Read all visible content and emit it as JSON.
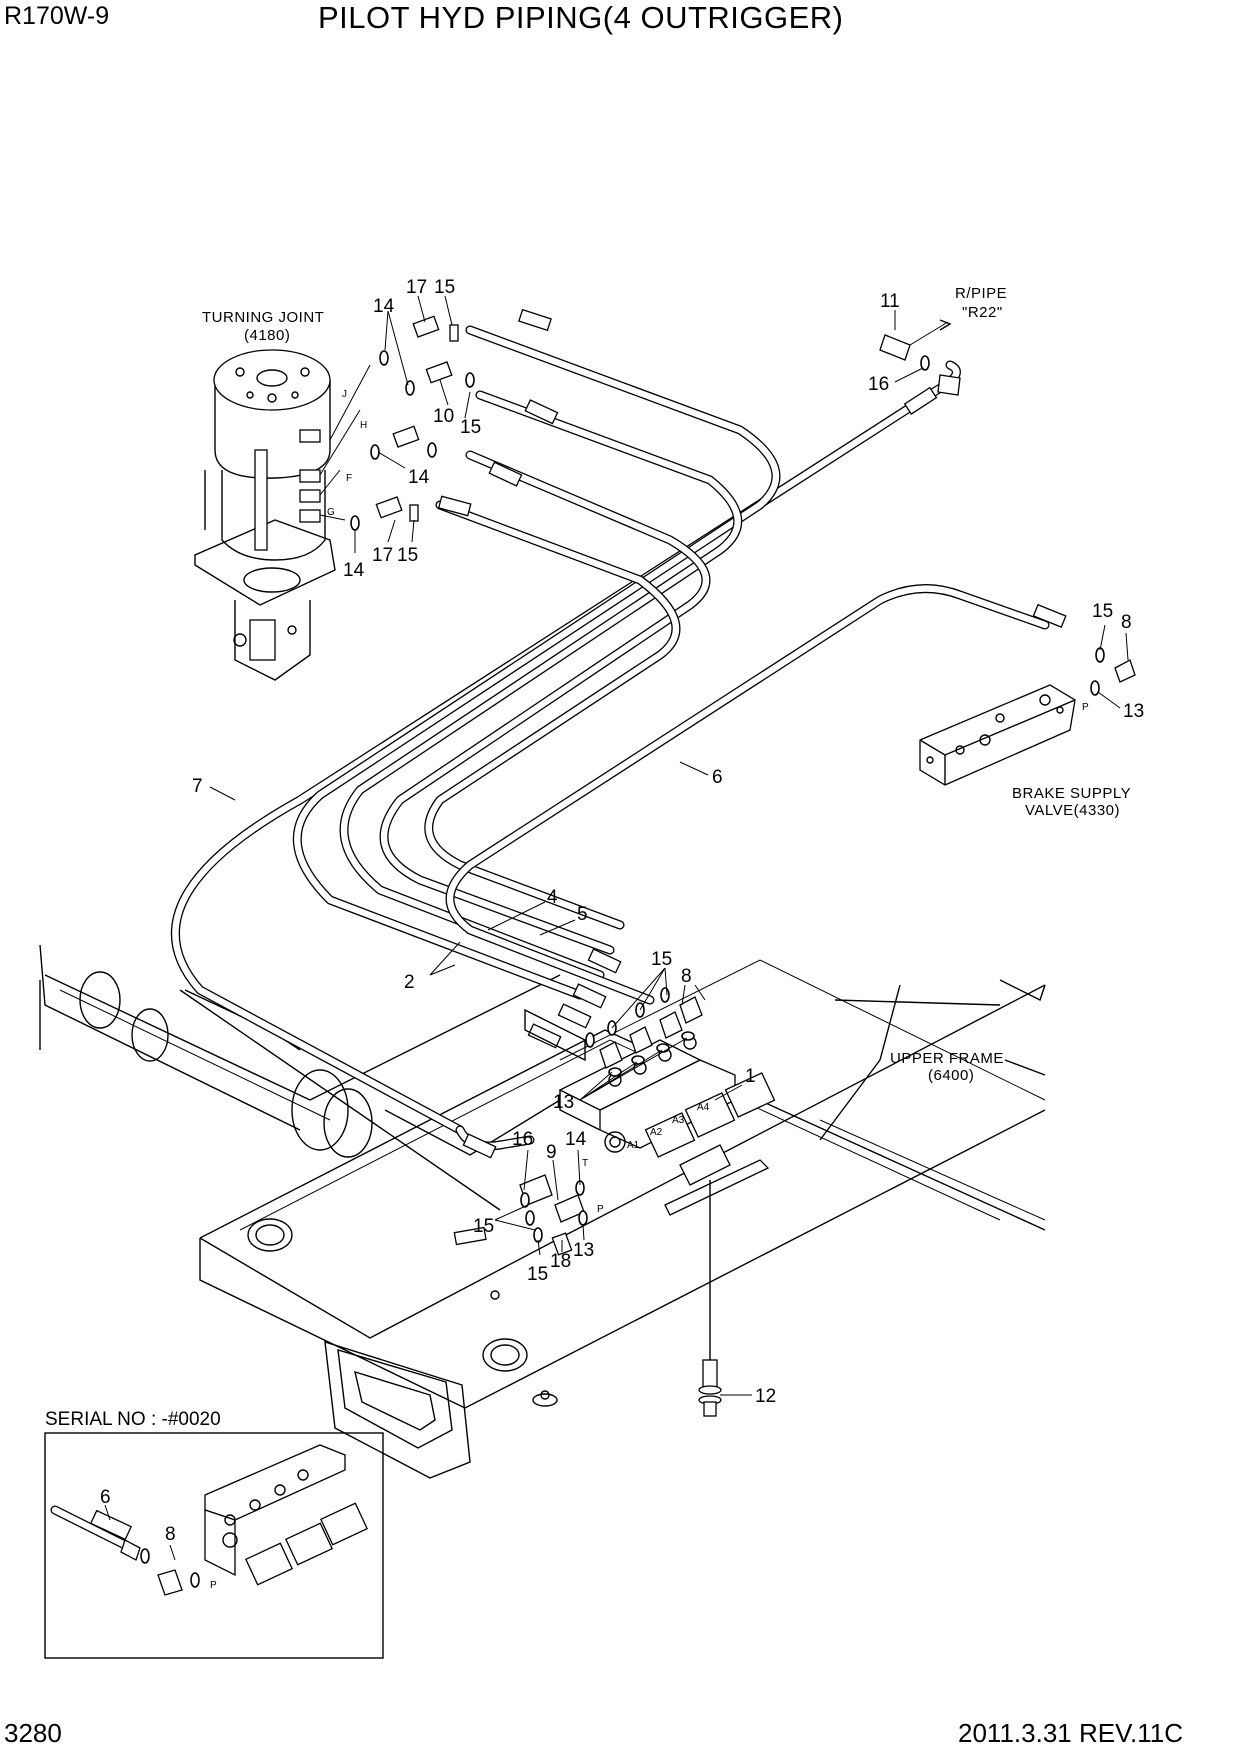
{
  "header": {
    "model": "R170W-9",
    "title": "PILOT HYD PIPING(4 OUTRIGGER)"
  },
  "footer": {
    "page_number": "3280",
    "revision": "2011.3.31 REV.11C"
  },
  "labels": {
    "turning_joint": "TURNING JOINT",
    "turning_joint_code": "(4180)",
    "r_pipe": "R/PIPE",
    "r_pipe_code": "\"R22\"",
    "brake_supply": "BRAKE SUPPLY",
    "brake_supply_code": "VALVE(4330)",
    "upper_frame": "UPPER FRAME",
    "upper_frame_code": "(6400)",
    "serial": "SERIAL NO : -#0020"
  },
  "ports": {
    "J": "J",
    "H": "H",
    "F": "F",
    "G": "G",
    "A1": "A1",
    "A2": "A2",
    "A3": "A3",
    "A4": "A4",
    "T": "T",
    "P": "P",
    "P2": "P",
    "P3": "P"
  },
  "callouts": {
    "c14a": "14",
    "c17a": "17",
    "c15a": "15",
    "c10": "10",
    "c15b": "15",
    "c14b": "14",
    "c14c": "14",
    "c17b": "17",
    "c15c": "15",
    "c11": "11",
    "c16a": "16",
    "c15d": "15",
    "c8a": "8",
    "c13a": "13",
    "c7": "7",
    "c6": "6",
    "c4": "4",
    "c5": "5",
    "c2": "2",
    "c15e": "15",
    "c8b": "8",
    "c1": "1",
    "c13b": "13",
    "c16b": "16",
    "c9": "9",
    "c14d": "14",
    "c15f": "15",
    "c15g": "15",
    "c18": "18",
    "c13c": "13",
    "c12": "12",
    "c6b": "6",
    "c8c": "8"
  }
}
